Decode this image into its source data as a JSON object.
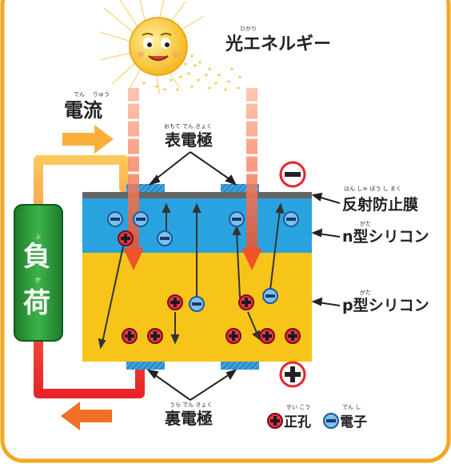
{
  "labels": {
    "light_energy": "光エネルギー",
    "light_energy_ruby": "ひかり",
    "current": "電流",
    "current_ruby_1": "でん",
    "current_ruby_2": "りゅう",
    "front_electrode": "表電極",
    "front_electrode_ruby": "おもて でん きょく",
    "back_electrode": "裏電極",
    "back_electrode_ruby": "うら でん きょく",
    "antireflection_film": "反射防止膜",
    "antireflection_ruby": "はん しゃ ぼう し まく",
    "n_silicon": "n型シリコン",
    "n_silicon_ruby": "がた",
    "p_silicon": "p型シリコン",
    "p_silicon_ruby": "がた",
    "load_char_1": "負",
    "load_char_1_ruby": "ふ",
    "load_char_2": "荷",
    "load_char_2_ruby": "か",
    "legend_hole": "正孔",
    "legend_hole_ruby": "せい こう",
    "legend_electron": "電子",
    "legend_electron_ruby": "でん し",
    "minus_symbol": "−",
    "plus_symbol": "+"
  },
  "colors": {
    "background": "#ffffff",
    "border": "#f5a623",
    "n_layer": "#29a3e0",
    "p_layer": "#f7c41a",
    "film": "#666666",
    "electrode": "#2a8fd0",
    "load": "#2e9a3a",
    "hole": "#e8344a",
    "electron": "#2e8fe0",
    "wire_top": "#fbb03b",
    "wire_bottom": "#e8232a"
  }
}
